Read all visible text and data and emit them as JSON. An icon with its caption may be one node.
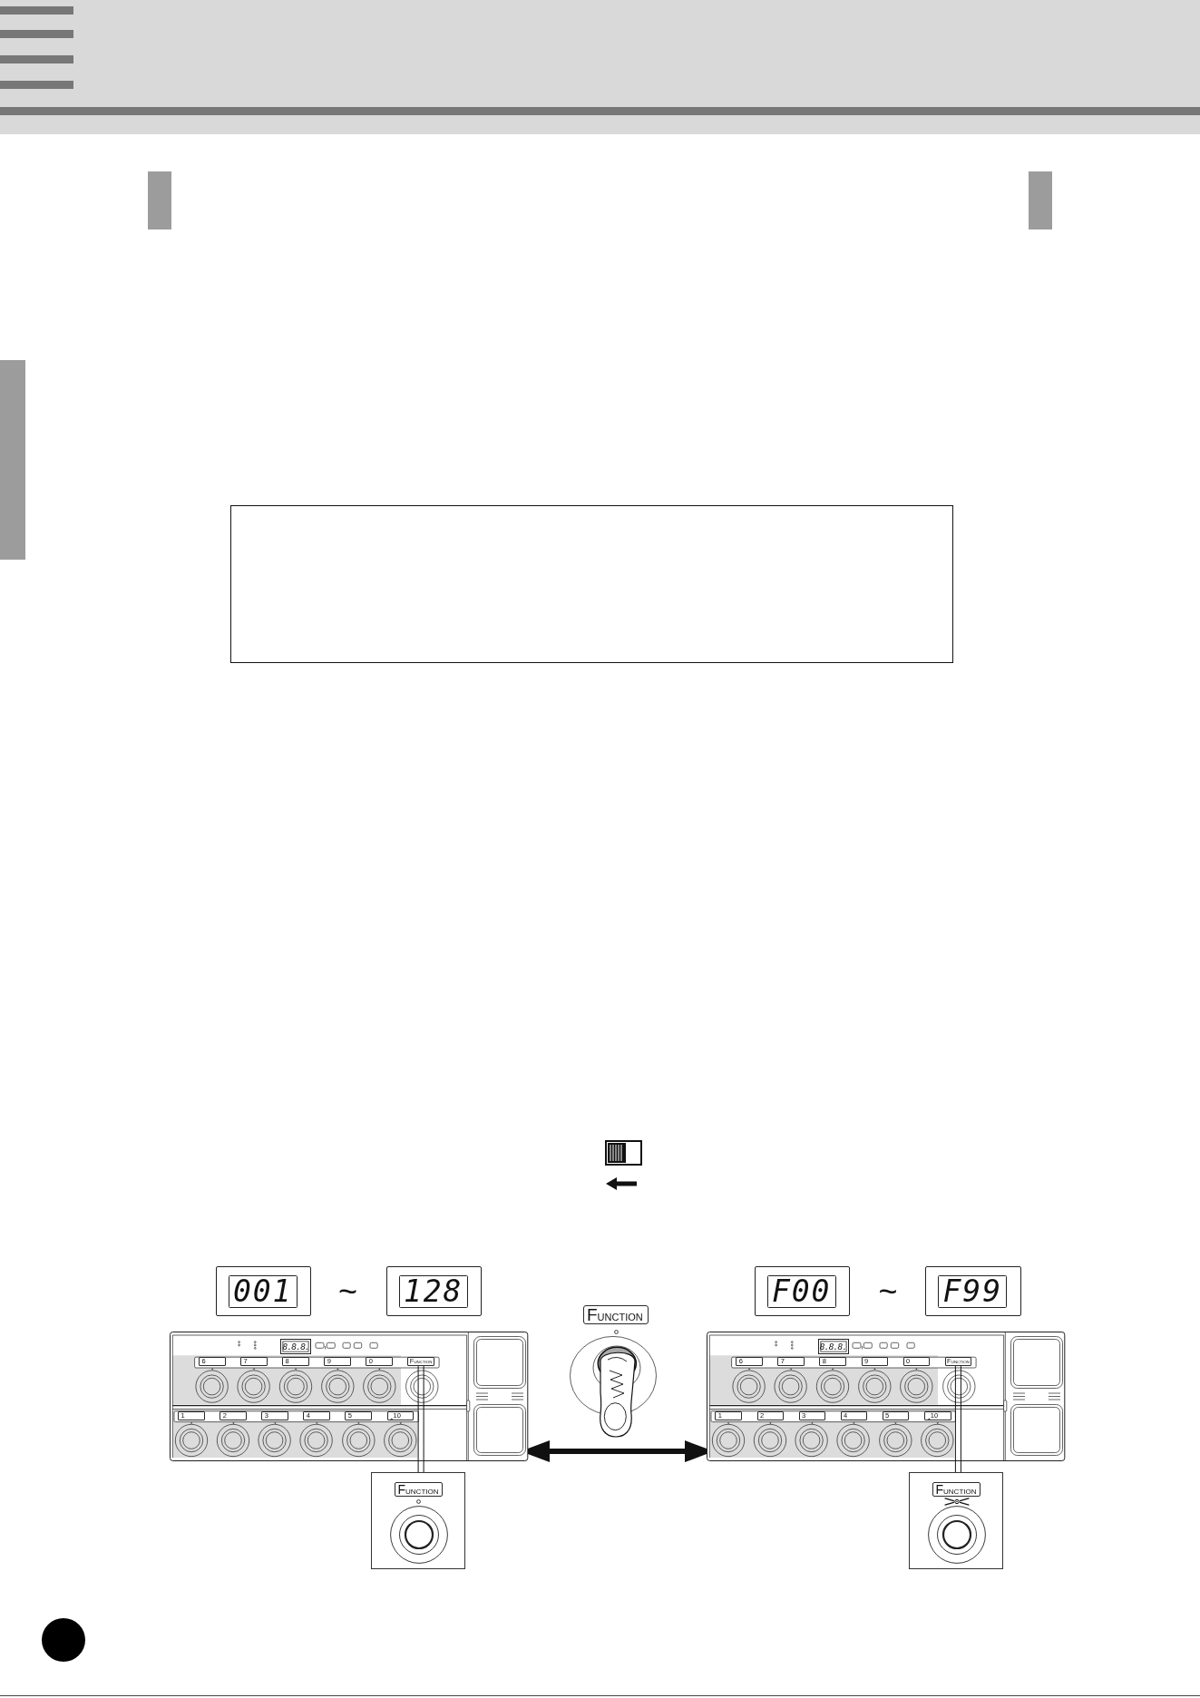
{
  "diagram": {
    "nodes": [
      {
        "text": [],
        "shape": "bar"
      },
      {
        "text": [
          "001"
        ]
      },
      {
        "text": [
          "128"
        ]
      },
      {
        "text": [
          "F00"
        ]
      },
      {
        "text": [
          "F99"
        ]
      },
      {
        "text": [
          "FUNCTION"
        ]
      },
      {
        "text": [
          "8.8.8."
        ]
      },
      {
        "text": [
          "6"
        ],
        "in": 6
      },
      {
        "text": [
          "7"
        ],
        "in": 6
      },
      {
        "text": [
          "8"
        ],
        "in": 6
      },
      {
        "text": [
          "9"
        ],
        "in": 6
      },
      {
        "text": [
          "0"
        ],
        "in": 6
      },
      {
        "text": [
          "FUNCTION"
        ],
        "in": 6
      },
      {
        "text": [
          "1"
        ],
        "in": 6
      },
      {
        "text": [
          "2"
        ],
        "in": 6
      },
      {
        "text": [
          "3"
        ],
        "in": 6
      },
      {
        "text": [
          "4"
        ],
        "in": 6
      },
      {
        "text": [
          "5"
        ],
        "in": 6
      },
      {
        "text": [
          "$_{+}$10"
        ],
        "in": 6
      },
      {
        "text": [
          "8.8.8."
        ]
      },
      {
        "text": [
          "6"
        ],
        "in": 19
      },
      {
        "text": [
          "7"
        ],
        "in": 19
      },
      {
        "text": [
          "8"
        ],
        "in": 19
      },
      {
        "text": [
          "9"
        ],
        "in": 19
      },
      {
        "text": [
          "0"
        ],
        "in": 19
      },
      {
        "text": [
          "FUNCTION"
        ],
        "in": 19
      },
      {
        "text": [
          "1"
        ],
        "in": 19
      },
      {
        "text": [
          "2"
        ],
        "in": 19
      },
      {
        "text": [
          "3"
        ],
        "in": 19
      },
      {
        "text": [
          "4"
        ],
        "in": 19
      },
      {
        "text": [
          "5"
        ],
        "in": 19
      },
      {
        "text": [
          "$_{+}$10"
        ],
        "in": 19
      },
      {
        "text": [],
        "shape": "box"
      },
      {
        "text": [
          "FUNCTION"
        ],
        "in": 32
      },
      {
        "text": [],
        "shape": "box"
      },
      {
        "text": [
          "FUNCTION"
        ],
        "in": 34
      }
    ],
    "edges": [
      {
        "from": 32,
        "to": 12,
        "arrow": "none"
      },
      {
        "from": 34,
        "to": 25,
        "arrow": "none"
      },
      {
        "from": 6,
        "to": 19,
        "arrow": "both",
        "style": "thick"
      }
    ],
    "labels": [
      "~",
      "~"
    ]
  }
}
